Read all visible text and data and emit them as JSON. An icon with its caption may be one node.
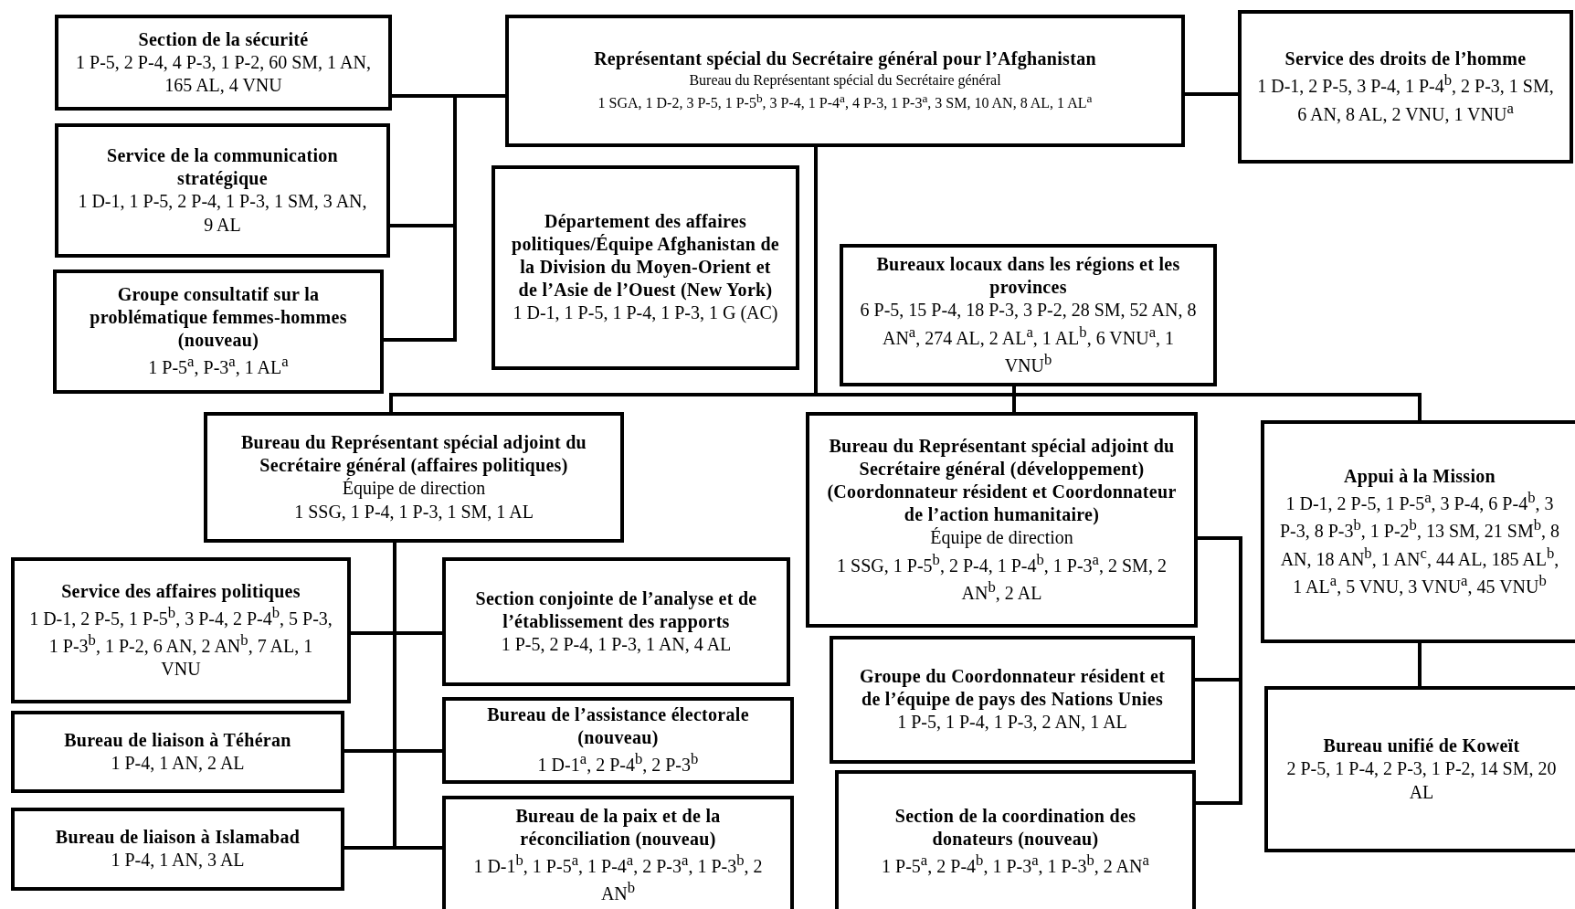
{
  "diagram": {
    "nodes": [
      {
        "text": [
          "Représentant spécial du Secrétaire général pour l’Afghanistan",
          "Bureau du Représentant spécial du Secrétaire général",
          "1 SGA, 1 D-2, 3 P-5, 1 P-5$^{b}$, 3 P-4, 1 P-4$^{a}$, 4 P-3, 1 P-3$^{a}$, 3 SM, 10 AN, 8 AL, 1 AL$^{a}$"
        ]
      },
      {
        "text": [
          "Section de la sécurité",
          "1 P-5, 2 P-4, 4 P-3, 1 P-2, 60 SM, 1 AN, 165 AL, 4 VNU"
        ]
      },
      {
        "text": [
          "Service de la communication stratégique",
          "1 D-1, 1 P-5, 2 P-4, 1 P-3, 1 SM, 3 AN, 9 AL"
        ]
      },
      {
        "text": [
          "Groupe consultatif sur la problématique femmes-hommes (nouveau)",
          "1 P-5$^{a}$, P-3$^{a}$, 1 AL$^{a}$"
        ]
      },
      {
        "text": [
          "Service des droits de l’homme",
          "1 D-1, 2 P-5, 3 P-4, 1 P-4$^{b}$, 2 P-3, 1 SM, 6 AN, 8 AL, 2 VNU, 1 VNU$^{a}$"
        ]
      },
      {
        "text": [
          "Département des affaires politiques/Équipe Afghanistan de la Division du Moyen-Orient et de l’Asie de l’Ouest (New York)",
          "1 D-1, 1 P-5, 1 P-4, 1 P-3, 1 G (AC)"
        ]
      },
      {
        "text": [
          "Bureaux locaux dans les régions et les provinces",
          "6 P-5, 15 P-4, 18 P-3, 3 P-2, 28 SM, 52 AN, 8 AN$^{a}$, 274 AL, 2 AL$^{a}$, 1 AL$^{b}$, 6 VNU$^{a}$, 1 VNU$^{b}$"
        ]
      },
      {
        "text": [
          "Bureau du Représentant spécial adjoint du Secrétaire général (affaires politiques)",
          "Équipe de direction",
          "1 SSG, 1 P-4, 1 P-3, 1 SM, 1 AL"
        ]
      },
      {
        "text": [
          "Service des affaires politiques",
          "1 D-1, 2 P-5, 1 P-5$^{b}$, 3 P-4, 2 P-4$^{b}$, 5 P-3, 1 P-3$^{b}$, 1 P-2, 6 AN, 2 AN$^{b}$, 7 AL, 1 VNU"
        ]
      },
      {
        "text": [
          "Section conjointe de l’analyse et de l’établissement des rapports",
          "1 P-5, 2 P-4, 1 P-3, 1 AN, 4 AL"
        ]
      },
      {
        "text": [
          "Bureau de liaison à Téhéran",
          "1 P-4, 1 AN, 2 AL"
        ]
      },
      {
        "text": [
          "Bureau de l’assistance électorale (nouveau)",
          "1 D-1$^{a}$, 2 P-4$^{b}$, 2 P-3$^{b}$"
        ]
      },
      {
        "text": [
          "Bureau de liaison à Islamabad",
          "1 P-4, 1 AN, 3 AL"
        ]
      },
      {
        "text": [
          "Bureau de la paix et de la réconciliation (nouveau)",
          "1 D-1$^{b}$, 1 P-5$^{a}$, 1 P-4$^{a}$, 2 P-3$^{a}$, 1 P-3$^{b}$, 2 AN$^{b}$"
        ]
      },
      {
        "text": [
          "Bureau du Représentant spécial adjoint du Secrétaire général (développement) (Coordonnateur résident et Coordonnateur de l’action humanitaire)",
          "Équipe de direction",
          "1 SSG, 1 P-5$^{b}$, 2 P-4, 1 P-4$^{b}$, 1 P-3$^{a}$, 2 SM, 2 AN$^{b}$, 2 AL"
        ]
      },
      {
        "text": [
          "Groupe du Coordonnateur résident et de l’équipe de pays des Nations Unies",
          "1 P-5, 1 P-4, 1 P-3, 2 AN, 1 AL"
        ]
      },
      {
        "text": [
          "Section de la coordination des donateurs (nouveau)",
          "1 P-5$^{a}$, 2 P-4$^{b}$, 1 P-3$^{a}$, 1 P-3$^{b}$, 2 AN$^{a}$"
        ]
      },
      {
        "text": [
          "Appui à la Mission",
          "1 D-1, 2 P-5, 1 P-5$^{a}$, 3 P-4, 6 P-4$^{b}$, 3 P-3, 8 P-3$^{b}$, 1 P-2$^{b}$, 13 SM, 21 SM$^{b}$, 8 AN, 18 AN$^{b}$, 1 AN$^{c}$, 44 AL, 185 AL$^{b}$, 1 AL$^{a}$, 5 VNU, 3 VNU$^{a}$, 45 VNU$^{b}$"
        ]
      },
      {
        "text": [
          "Bureau unifié de Koweït",
          "2 P-5, 1 P-4, 2 P-3, 1 P-2, 14 SM, 20 AL"
        ]
      }
    ],
    "edges": [
      {
        "from": 0,
        "to": 1,
        "arrow": "none"
      },
      {
        "from": 0,
        "to": 2,
        "arrow": "none"
      },
      {
        "from": 0,
        "to": 3,
        "arrow": "none"
      },
      {
        "from": 0,
        "to": 4,
        "arrow": "none"
      },
      {
        "from": 0,
        "to": 6,
        "arrow": "none"
      },
      {
        "from": 0,
        "to": 7,
        "arrow": "none"
      },
      {
        "from": 0,
        "to": 14,
        "arrow": "none"
      },
      {
        "from": 0,
        "to": 17,
        "arrow": "none"
      },
      {
        "from": 7,
        "to": 8,
        "arrow": "none"
      },
      {
        "from": 7,
        "to": 9,
        "arrow": "none"
      },
      {
        "from": 7,
        "to": 10,
        "arrow": "none"
      },
      {
        "from": 7,
        "to": 11,
        "arrow": "none"
      },
      {
        "from": 7,
        "to": 12,
        "arrow": "none"
      },
      {
        "from": 7,
        "to": 13,
        "arrow": "none"
      },
      {
        "from": 14,
        "to": 15,
        "arrow": "none"
      },
      {
        "from": 14,
        "to": 16,
        "arrow": "none"
      },
      {
        "from": 17,
        "to": 18,
        "arrow": "none"
      }
    ]
  }
}
